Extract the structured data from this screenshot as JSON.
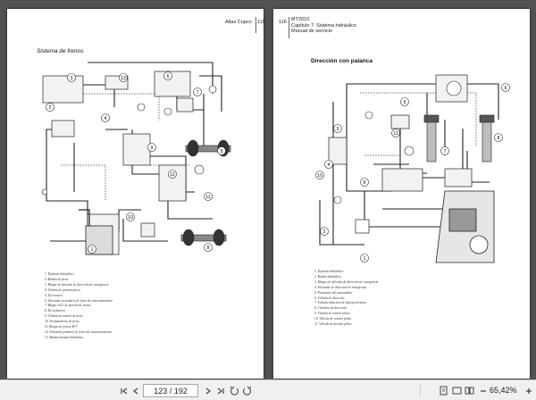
{
  "left_page": {
    "header_title": "Atlas Copco",
    "page_number": "115",
    "section_title": "Sistema de frenos",
    "callouts": [
      "1",
      "2",
      "3",
      "4",
      "5",
      "6",
      "7",
      "8",
      "9",
      "10",
      "11",
      "12",
      "13"
    ],
    "legend": [
      "1.  Depósito hidráulico",
      "2.  Bomba de freno",
      "3.  Bloque de válvulas de dirección de emergencia",
      "4.  Válvula de presión piloto",
      "5.  Eje trasero",
      "6.  Solenoide secundario de freno de estacionamiento",
      "7.  Bloque sol.1 de presión de frenos",
      "8.  Eje delantero",
      "9.  Válvula de control de freno",
      "10. Acumuladores de freno",
      "11. Bloque de frenos SFV",
      "12. Solenoide primario de freno de estacionamiento",
      "13. Bomba manual hidráulica"
    ]
  },
  "right_page": {
    "page_number": "116",
    "header_model": "MT2010",
    "header_chapter": "Capítulo 7: Sistema hidráulico",
    "header_manual": "Manual de servicio",
    "section_title": "Dirección con palanca",
    "callouts": [
      "1",
      "2",
      "3",
      "4",
      "5",
      "6",
      "7",
      "8",
      "9",
      "10",
      "11"
    ],
    "legend": [
      "1.  Depósito hidráulico",
      "2.  Bomba hidráulica",
      "3.  Bloque de válvulas de dirección de emergencia",
      "4.  Solenoide de dirección de emergencia",
      "5.  Presostato del acumulador",
      "6.  Válvula de dirección",
      "7.  Válvula reductora de flujo prioritaria",
      "8.  Cilindros de dirección",
      "9.  Válvula de control piloto",
      "10. Válvula de control piloto",
      "11. Válvula de presión piloto"
    ]
  },
  "toolbar": {
    "page_indicator": "123 / 192",
    "zoom": "65,42%",
    "icons": [
      "first-page-icon",
      "prev-page-icon",
      "next-page-icon",
      "last-page-icon",
      "rotate-ccw-icon",
      "rotate-cw-icon",
      "fit-page-icon",
      "fit-width-icon",
      "two-page-icon",
      "zoom-out-icon",
      "zoom-in-icon"
    ]
  }
}
